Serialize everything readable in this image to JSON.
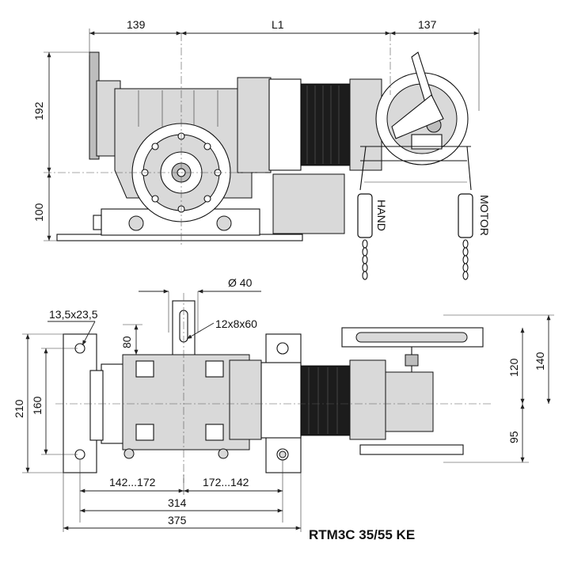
{
  "model": "RTM3C 35/55 KE",
  "side_view": {
    "dim_left": "139",
    "dim_middle": "L1",
    "dim_right": "137",
    "dim_upper_height": "192",
    "dim_lower_height": "100",
    "chain_label_hand": "HAND",
    "chain_label_motor": "MOTOR"
  },
  "top_view": {
    "dim_shaft_diameter": "Ø 40",
    "dim_hole": "13,5x23,5",
    "dim_slot": "12x8x60",
    "dim_80": "80",
    "dim_210": "210",
    "dim_160": "160",
    "dim_140": "140",
    "dim_120": "120",
    "dim_95": "95",
    "dim_142_172": "142...172",
    "dim_172_142": "172...142",
    "dim_314": "314",
    "dim_375": "375"
  }
}
